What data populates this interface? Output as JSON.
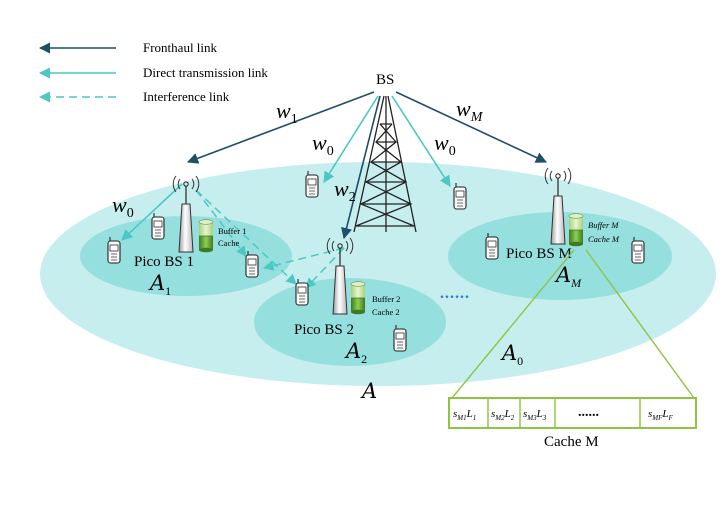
{
  "legend": [
    {
      "style": "fronthaul",
      "label": "Fronthaul link"
    },
    {
      "style": "direct",
      "label": "Direct transmission link"
    },
    {
      "style": "interference",
      "label": "Interference link"
    }
  ],
  "bs_label": "BS",
  "weights": {
    "w1": {
      "base": "w",
      "sub": "1"
    },
    "wM": {
      "base": "w",
      "sub": "M"
    },
    "w0_left": {
      "base": "w",
      "sub": "0"
    },
    "w0_right": {
      "base": "w",
      "sub": "0"
    },
    "w0_far": {
      "base": "w",
      "sub": "0"
    },
    "w2": {
      "base": "w",
      "sub": "2"
    }
  },
  "pico": [
    {
      "name": "Pico BS 1",
      "buffer": "Buffer 1",
      "cache": "Cache",
      "area": {
        "base": "A",
        "sub": "1"
      }
    },
    {
      "name": "Pico BS 2",
      "buffer": "Buffer 2",
      "cache": "Cache 2",
      "area": {
        "base": "A",
        "sub": "2"
      }
    },
    {
      "name": "Pico BS M",
      "buffer": "Buffer M",
      "cache": "Cache M",
      "area": {
        "base": "A",
        "sub": "M"
      }
    }
  ],
  "macro_area": {
    "base": "A",
    "sub": "0"
  },
  "total_area": {
    "base": "A"
  },
  "ellipsis": "......",
  "cache_block": {
    "cells": [
      {
        "s": "s",
        "s_sub": "M1",
        "l": "L",
        "l_sub": "1"
      },
      {
        "s": "s",
        "s_sub": "M2",
        "l": "L",
        "l_sub": "2"
      },
      {
        "s": "s",
        "s_sub": "M3",
        "l": "L",
        "l_sub": "3"
      },
      {
        "dots": "......"
      },
      {
        "s": "s",
        "s_sub": "MF",
        "l": "L",
        "l_sub": "F"
      }
    ],
    "caption": "Cache M"
  },
  "colors": {
    "fronthaul": "#1f4e6b",
    "direct": "#4cc8c4",
    "macro_area": "#c6eeee",
    "pico_area": "#86d9d9",
    "cache_green": "#6aa53a",
    "cache_border": "#8cc63f",
    "tower": "#222222"
  }
}
